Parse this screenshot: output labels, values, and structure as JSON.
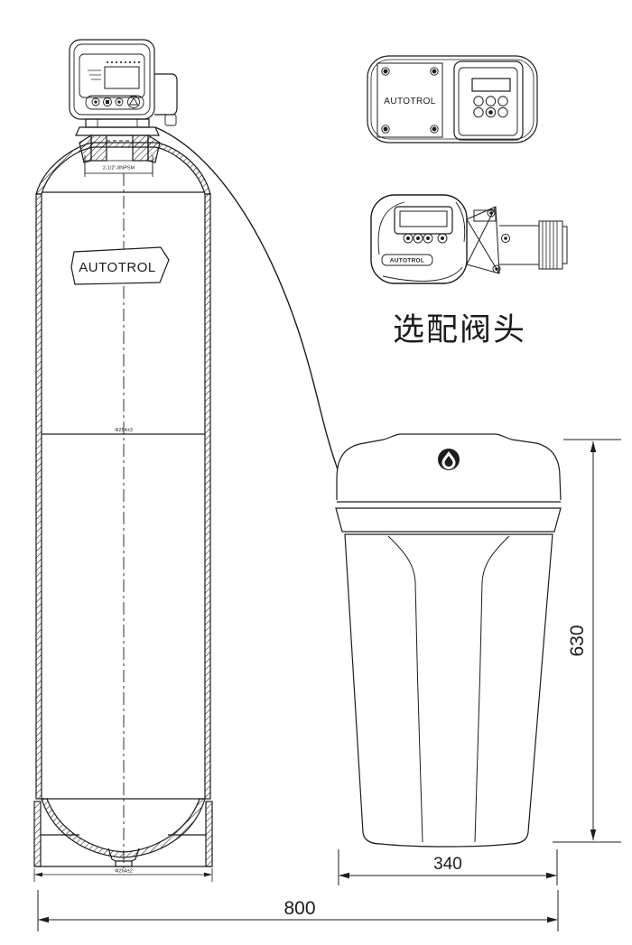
{
  "drawing": {
    "background": "#ffffff",
    "line_color": "#1c1c1c",
    "softener": {
      "brand": "AUTOTROL",
      "thread_label": "2-1/2\"-8NPSM",
      "mid_weld_label": "Φ254±3",
      "base_label": "Φ264±2"
    },
    "wall_panel": {
      "brand": "AUTOTROL"
    },
    "optional_valve": {
      "brand": "AUTOTROL",
      "caption": "选配阀头"
    },
    "dimensions": {
      "height": "630",
      "brine_tank_width": "340",
      "overall_width": "800"
    }
  }
}
